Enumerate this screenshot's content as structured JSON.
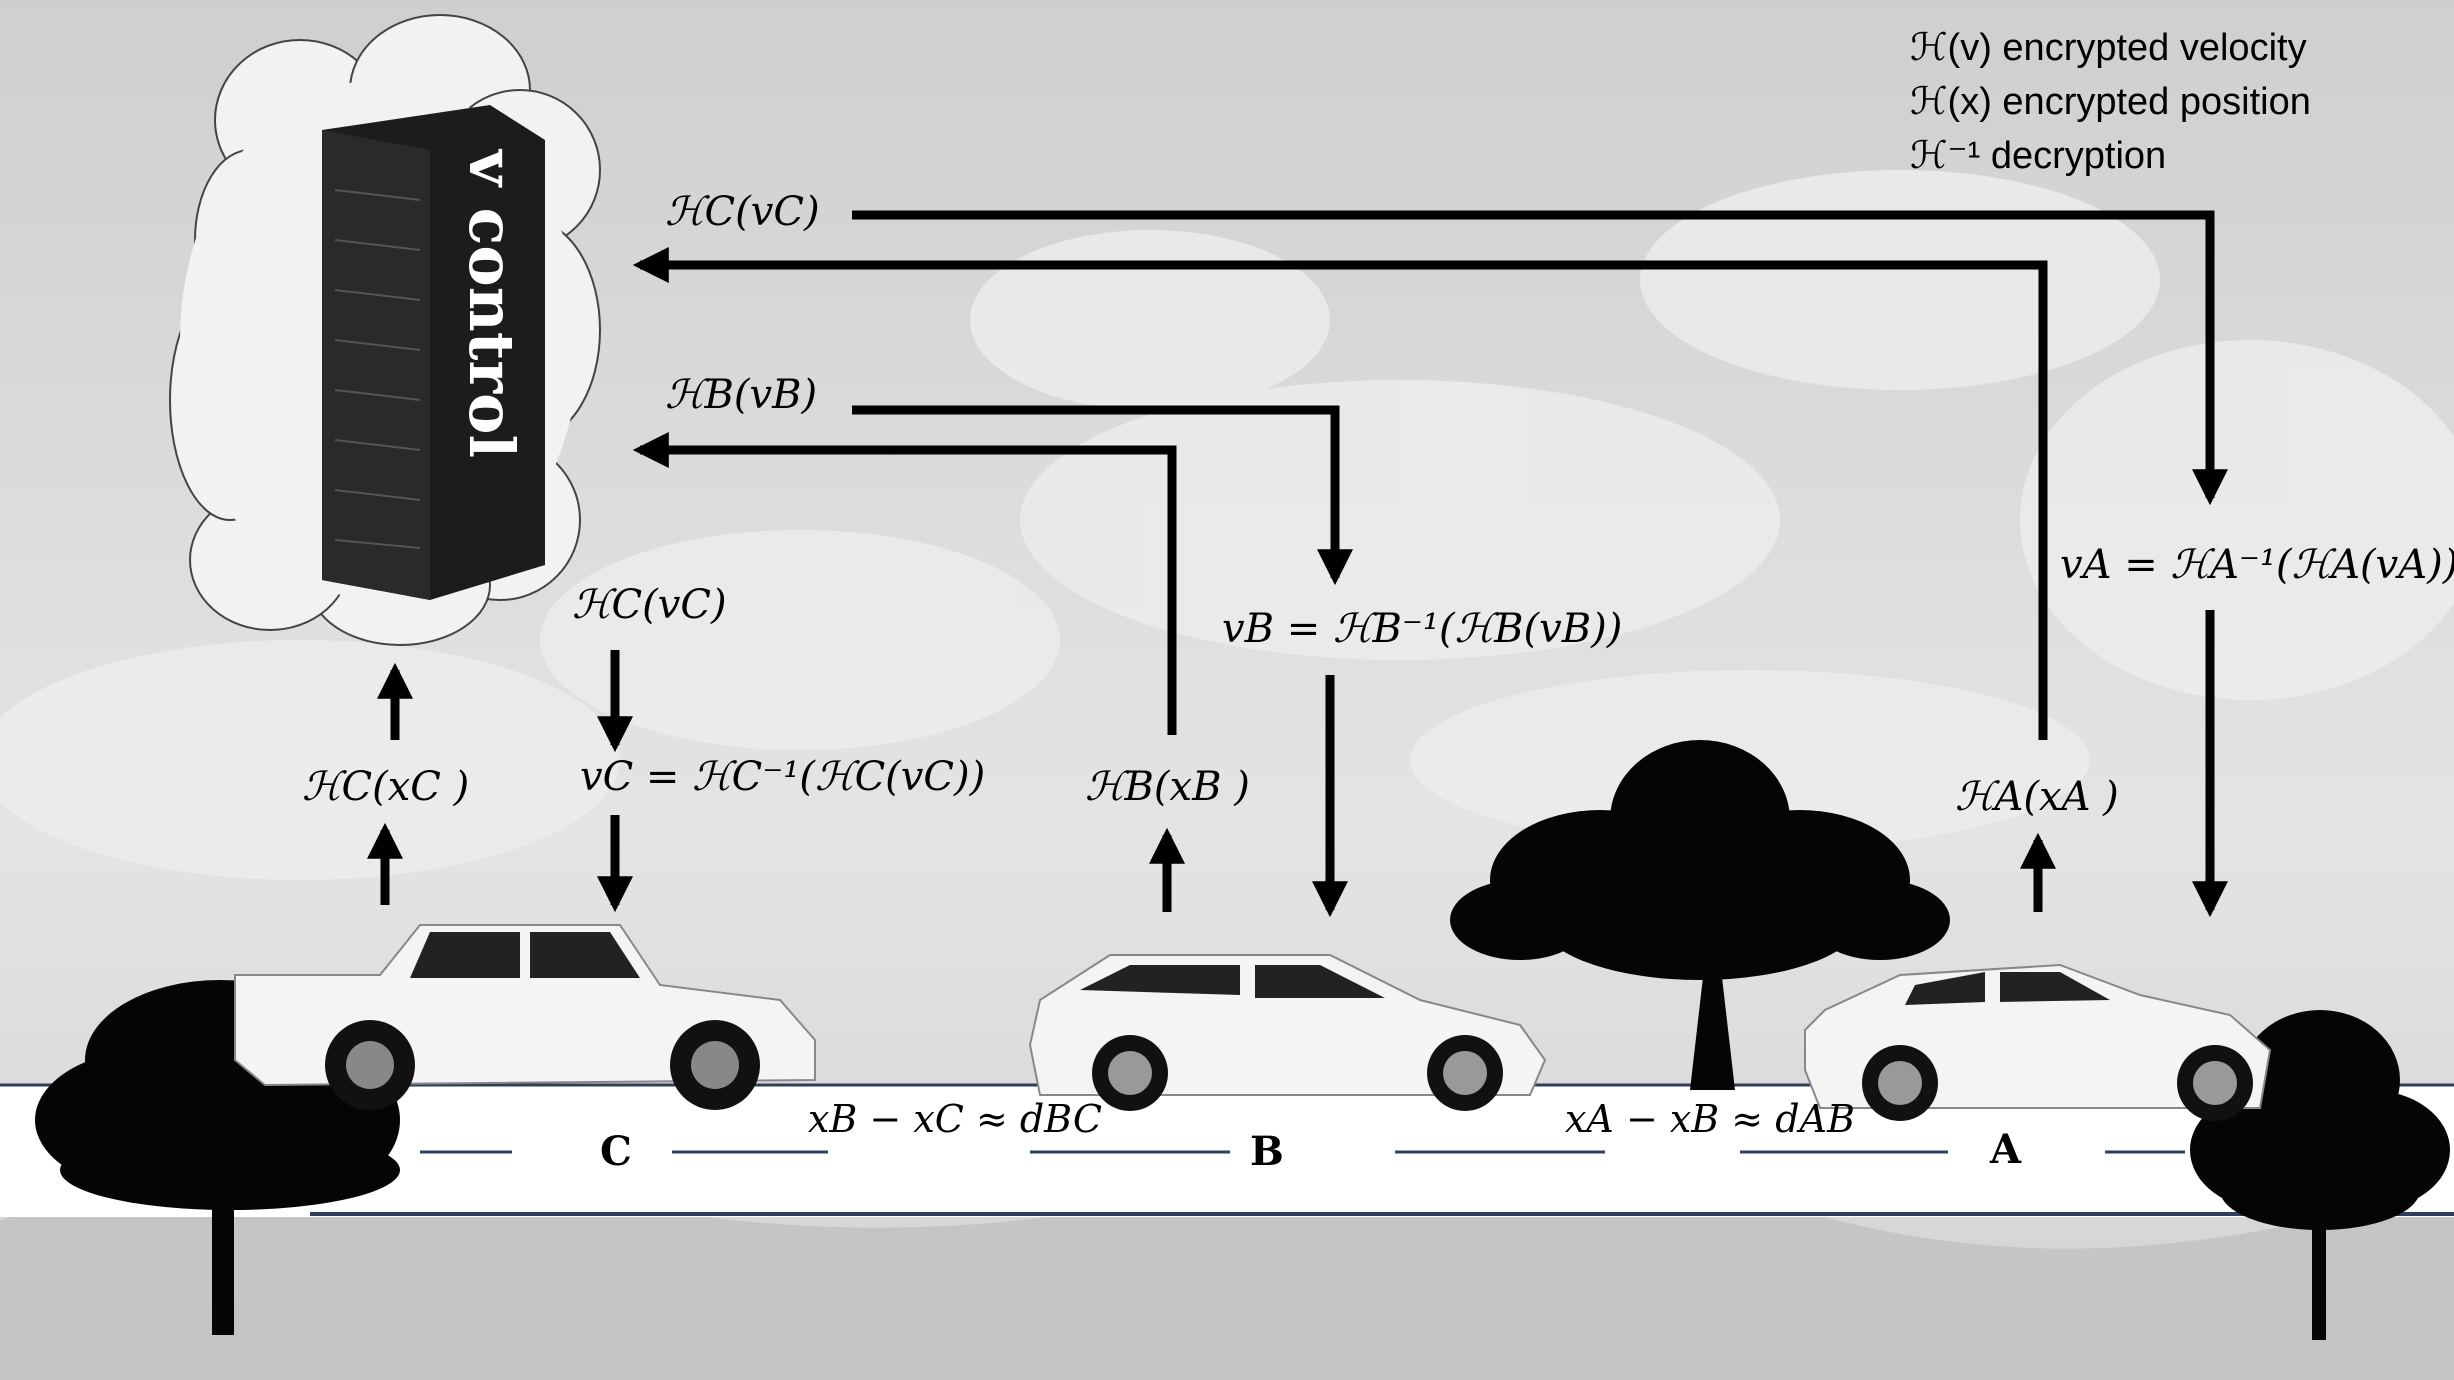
{
  "legend": {
    "velocity": "ℋ(v) encrypted velocity",
    "position": "ℋ(x) encrypted position",
    "decryption": "ℋ⁻¹  decryption"
  },
  "controller": {
    "label": "v control"
  },
  "labels": {
    "top_hc_vc": "ℋC(vC)",
    "top_hb_vb": "ℋB(vB)",
    "va_decrypt": "vA = ℋA⁻¹(ℋA(vA))",
    "vb_decrypt": "vB = ℋB⁻¹(ℋB(vB))",
    "mid_hc_vc": "ℋC(vC)",
    "vc_decrypt": "vC = ℋC⁻¹(ℋC(vC))",
    "hc_xc": "ℋC(xC )",
    "hb_xb": "ℋB(xB )",
    "ha_xa": "ℋA(xA )",
    "dist_bc": "xB − xC ≈ dBC",
    "dist_ab": "xA − xB ≈ dAB"
  },
  "vehicles": {
    "C": "C",
    "B": "B",
    "A": "A"
  },
  "colors": {
    "arrow": "#000000",
    "road_line": "#2f3e5c",
    "sky": "#d9d9d9",
    "cloud": "#ebebeb",
    "server": "#1c1c1c",
    "car": "#f4f4f4"
  }
}
